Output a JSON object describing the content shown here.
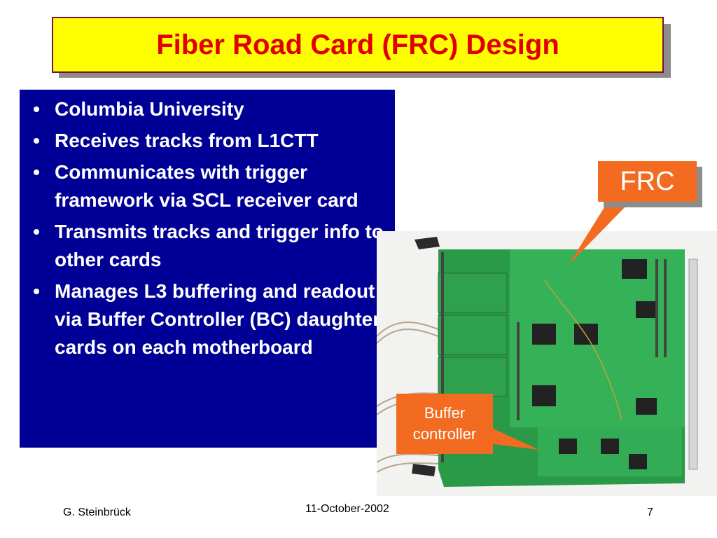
{
  "slide": {
    "title": "Fiber Road Card (FRC) Design",
    "bullets": [
      "Columbia University",
      "Receives tracks from L1CTT",
      "Communicates with trigger framework via SCL receiver card",
      "Transmits tracks and trigger info to other cards",
      "Manages L3 buffering and readout via Buffer Controller (BC) daughter cards on each motherboard"
    ],
    "bullet_symbol": "•",
    "callouts": {
      "frc": "FRC",
      "buffer_controller_line1": "Buffer",
      "buffer_controller_line2": "controller"
    }
  },
  "footer": {
    "author": "G. Steinbrück",
    "date": "11-October-2002",
    "page_number": "7"
  },
  "colors": {
    "title_bg": "#ffff00",
    "title_text": "#e00000",
    "title_border": "#7a0f3c",
    "panel_bg": "#000096",
    "callout_bg": "#f26b21",
    "board_green": "#2fa84f"
  },
  "photo_subject": "circuit-board-photo"
}
